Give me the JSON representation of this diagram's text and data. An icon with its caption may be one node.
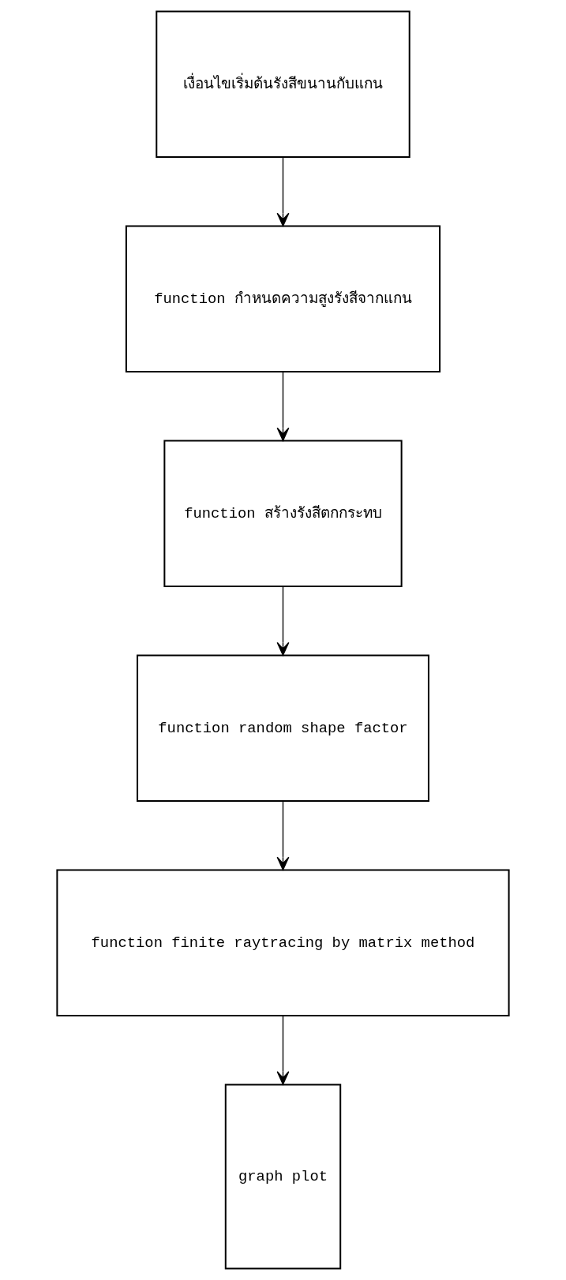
{
  "diagram": {
    "nodes": [
      {
        "text": [
          "เงื่อนไขเริ่มต้นรังสีขนานกับแกน"
        ]
      },
      {
        "text": [
          "function กำหนดความสูงรังสีจากแกน"
        ]
      },
      {
        "text": [
          "function สร้างรังสีตกกระทบ"
        ]
      },
      {
        "text": [
          "function random shape factor"
        ]
      },
      {
        "text": [
          "function finite raytracing by matrix method"
        ]
      },
      {
        "text": [
          "graph plot"
        ]
      }
    ],
    "edges": [
      {
        "from": 0,
        "to": 1,
        "arrow": "to"
      },
      {
        "from": 1,
        "to": 2,
        "arrow": "to"
      },
      {
        "from": 2,
        "to": 3,
        "arrow": "to"
      },
      {
        "from": 3,
        "to": 4,
        "arrow": "to"
      },
      {
        "from": 4,
        "to": 5,
        "arrow": "to"
      }
    ]
  }
}
